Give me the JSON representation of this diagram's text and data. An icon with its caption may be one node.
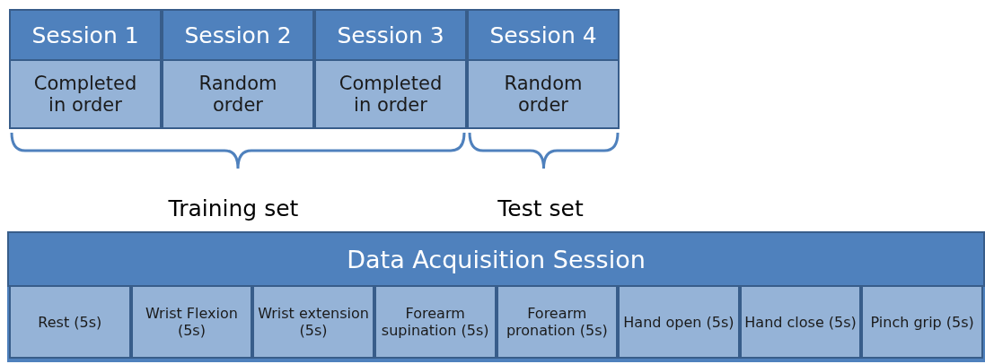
{
  "diagram": {
    "nodes": [
      {
        "text": [
          "Session 1",
          "Completed in order"
        ]
      },
      {
        "text": [
          "Session 2",
          "Random order"
        ]
      },
      {
        "text": [
          "Session 3",
          "Completed in order"
        ]
      },
      {
        "text": [
          "Session 4",
          "Random order"
        ]
      },
      {
        "text": [
          "Data Acquisition Session"
        ]
      },
      {
        "text": [
          "Rest (5s)"
        ],
        "in": 4
      },
      {
        "text": [
          "Wrist Flexion (5s)"
        ],
        "in": 4
      },
      {
        "text": [
          "Wrist extension (5s)"
        ],
        "in": 4
      },
      {
        "text": [
          "Forearm supination (5s)"
        ],
        "in": 4
      },
      {
        "text": [
          "Forearm pronation (5s)"
        ],
        "in": 4
      },
      {
        "text": [
          "Hand open (5s)"
        ],
        "in": 4
      },
      {
        "text": [
          "Hand close (5s)"
        ],
        "in": 4
      },
      {
        "text": [
          "Pinch grip (5s)"
        ],
        "in": 4
      }
    ],
    "edges": [],
    "labels": [
      "Training set",
      "Test set"
    ]
  }
}
